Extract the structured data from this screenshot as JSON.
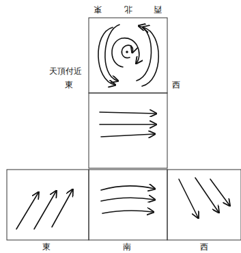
{
  "diagram": {
    "labels": [
      "東",
      "北",
      "西",
      "天頂付近",
      "東",
      "西",
      "東",
      "南",
      "西"
    ]
  }
}
